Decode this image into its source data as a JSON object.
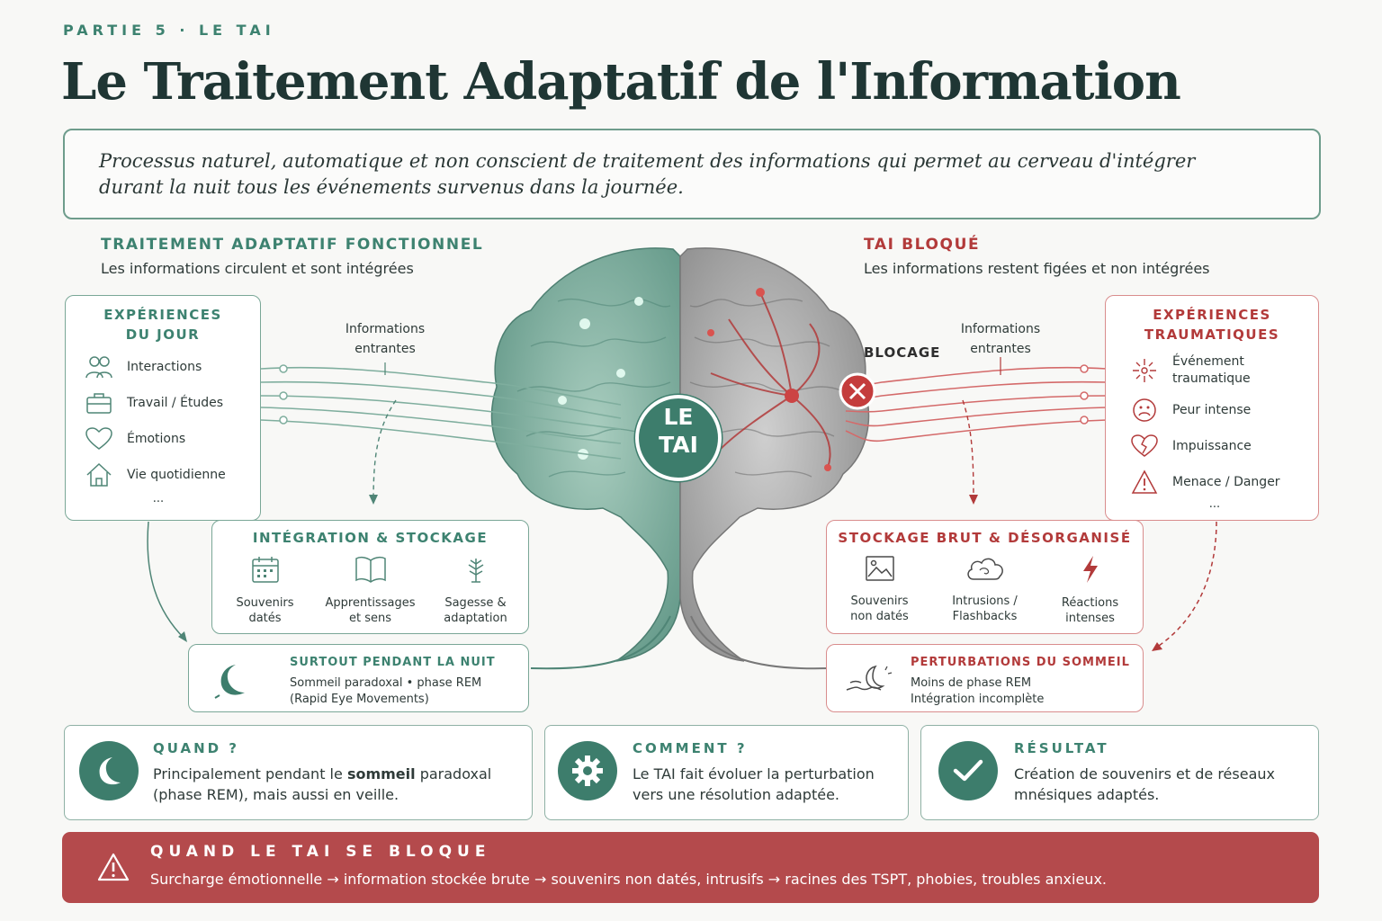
{
  "header": {
    "eyebrow": "PARTIE 5  ·  LE TAI",
    "title": "Le Traitement Adaptatif de l'Information"
  },
  "definition": "Processus naturel, automatique et non conscient de traitement des informations qui permet au cerveau d'intégrer durant la nuit tous les événements survenus dans la journée.",
  "left": {
    "heading": "TRAITEMENT ADAPTATIF FONCTIONNEL",
    "subheading": "Les informations circulent et sont intégrées",
    "experiences": {
      "title_line1": "EXPÉRIENCES",
      "title_line2": "DU JOUR",
      "items": [
        "Interactions",
        "Travail / Études",
        "Émotions",
        "Vie quotidienne"
      ],
      "more": "..."
    },
    "incoming_line1": "Informations",
    "incoming_line2": "entrantes",
    "integration": {
      "title": "INTÉGRATION & STOCKAGE",
      "items": [
        {
          "line1": "Souvenirs",
          "line2": "datés"
        },
        {
          "line1": "Apprentissages",
          "line2": "et sens"
        },
        {
          "line1": "Sagesse &",
          "line2": "adaptation"
        }
      ]
    },
    "night": {
      "title": "SURTOUT PENDANT LA NUIT",
      "line1": "Sommeil paradoxal • phase REM",
      "line2": "(Rapid Eye Movements)"
    }
  },
  "center": {
    "line1": "LE",
    "line2": "TAI"
  },
  "right": {
    "heading": "TAI BLOQUÉ",
    "subheading": "Les informations restent figées et non intégrées",
    "blockage": "BLOCAGE",
    "incoming_line1": "Informations",
    "incoming_line2": "entrantes",
    "experiences": {
      "title_line1": "EXPÉRIENCES",
      "title_line2": "TRAUMATIQUES",
      "items": [
        {
          "line1": "Événement",
          "line2": "traumatique"
        },
        {
          "line1": "Peur intense",
          "line2": ""
        },
        {
          "line1": "Impuissance",
          "line2": ""
        },
        {
          "line1": "Menace / Danger",
          "line2": ""
        }
      ],
      "more": "..."
    },
    "storage": {
      "title": "STOCKAGE BRUT & DÉSORGANISÉ",
      "items": [
        {
          "line1": "Souvenirs",
          "line2": "non datés"
        },
        {
          "line1": "Intrusions /",
          "line2": "Flashbacks"
        },
        {
          "line1": "Réactions",
          "line2": "intenses"
        }
      ]
    },
    "sleep": {
      "title": "PERTURBATIONS DU SOMMEIL",
      "line1": "Moins de phase REM",
      "line2": "Intégration incomplète"
    }
  },
  "bottom": {
    "when": {
      "title": "QUAND ?",
      "text_a": "Principalement pendant le ",
      "text_bold": "sommeil",
      "text_b": " paradoxal",
      "line2": "(phase REM), mais aussi en veille."
    },
    "how": {
      "title": "COMMENT ?",
      "line1": "Le TAI fait évoluer la perturbation",
      "line2": "vers une résolution adaptée."
    },
    "result": {
      "title": "RÉSULTAT",
      "line1": "Création de souvenirs et de réseaux",
      "line2": "mnésiques adaptés."
    }
  },
  "banner": {
    "title": "QUAND LE TAI SE BLOQUE",
    "text": "Surcharge émotionnelle → information stockée brute → souvenirs non datés, intrusifs → racines des TSPT, phobies, troubles anxieux."
  },
  "colors": {
    "green": "#3d8270",
    "red": "#b23a3a",
    "banner": "#b44a4c"
  }
}
